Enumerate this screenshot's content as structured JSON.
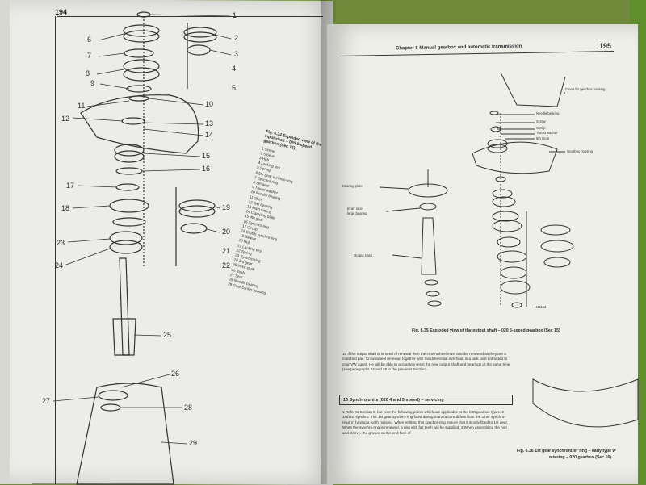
{
  "left_page": {
    "page_number": "194",
    "callouts": [
      "1",
      "2",
      "3",
      "4",
      "5",
      "6",
      "7",
      "8",
      "9",
      "10",
      "11",
      "12",
      "13",
      "14",
      "15",
      "16",
      "17",
      "18",
      "19",
      "20",
      "21",
      "22",
      "23",
      "24",
      "25",
      "26",
      "27",
      "28",
      "29"
    ],
    "caption_title": "Fig. 6.34 Exploded view of the input shaft – 020 5-speed gearbox (Sec 15)",
    "legend": [
      "1 Screw",
      "2 Sleeve",
      "3 Hub",
      "4 Locking key",
      "5 Spring",
      "6 5th gear synchro-ring",
      "7 Synchro-ring",
      "8 5th gear",
      "9 Thrust washer",
      "10 Needle bearing",
      "11 Shim",
      "12 Ball bearing",
      "13 Main casing",
      "14 Clamping plate",
      "15 4th gear",
      "16 Synchro-ring",
      "17 Circlip",
      "18 Clutch synchro-ring",
      "19 Sleeve",
      "20 Hub",
      "21 Locking key",
      "22 Spring",
      "23 Synchro-ring",
      "24 3rd gear",
      "25 Input shaft",
      "26 Bush",
      "27 Seal",
      "28 Needle bearing",
      "29 Gear carrier housing"
    ]
  },
  "right_page": {
    "page_number": "195",
    "chapter_header": "Chapter 6 Manual gearbox and automatic transmission",
    "labels": {
      "cover": "Cover for gearbox housing",
      "needle_bearing": "Needle bearing",
      "screw": "Screw",
      "circlip": "Circlip",
      "thrust_washer": "Thrust washer",
      "fifth_gear": "5th Gear",
      "gearbox_housing": "Gearbox housing",
      "bearing_plate": "Bearing plate",
      "inner_race": "Inner race",
      "large_bearing": "large bearing",
      "output_shaft": "Output shaft",
      "drawing_ref": "H16113"
    },
    "fig35_caption": "Fig. 6.35 Exploded view of the output shaft – 020 5-speed gearbox (Sec 15)",
    "fig36_caption_line1": "Fig. 6.36 1st gear synchronizer ring – early type w",
    "fig36_caption_line2": "missing – 020 gearbox (Sec 16)",
    "para15": "15 If the output shaft is in need of renewal then the crownwheel must also be renewed as they are a matched pair. Crownwheel renewal, together with the differential overhaul, is a task best entrusted to your VW agent. He will be able to accurately reset the new output shaft and bearings at the same time (see paragraphs 24 and 25 in the previous Section).",
    "section_heading": "16 Synchro units (020 4 and 5-speed) – servicing",
    "para16": "1 Refer to Section 9, but note the following points which are applicable to the 020 gearbox types. 2 1st/2nd synchro: The 1st gear synchro-ring fitted during manufacture differs from the other synchro-rings in having a tooth missing. When refitting this synchro-ring ensure that it is only fitted to 1st gear. When the synchro-ring is renewed, a ring with full teeth will be supplied. 3 When assembling the hub and sleeve, the groove on the end face of"
  }
}
